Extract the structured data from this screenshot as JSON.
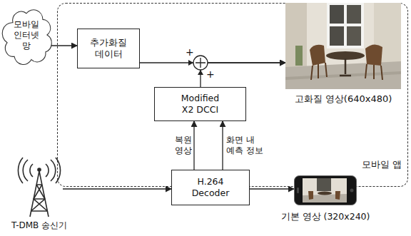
{
  "diagram": {
    "nodes": [
      {
        "text": [
          "모바일 인터넷 망"
        ]
      },
      {
        "text": [
          "모바일 앱"
        ]
      },
      {
        "text": [
          "추가화질 데이터"
        ],
        "in": 1
      },
      {
        "text": [
          "고화질 영상(640x480)"
        ],
        "in": 1
      },
      {
        "text": [
          "Modified X2 DCCI"
        ],
        "in": 1
      },
      {
        "text": [
          "T-DMB 송신기"
        ]
      },
      {
        "text": [
          "H.264 Decoder"
        ]
      },
      {
        "text": [
          "기본 영상 (320x240)"
        ]
      }
    ],
    "edges": [
      {
        "from": 0,
        "to": 2,
        "arrow": "to"
      },
      {
        "from": 2,
        "to": 3,
        "arrow": "to"
      },
      {
        "from": 4,
        "to": 3,
        "arrow": "to"
      },
      {
        "from": 6,
        "to": 4,
        "label": "복원 영상",
        "arrow": "to"
      },
      {
        "from": 6,
        "to": 4,
        "label": "화면 내 예측 정보",
        "arrow": "to"
      },
      {
        "from": 5,
        "to": 6,
        "arrow": "to"
      },
      {
        "from": 6,
        "to": 7,
        "arrow": "to"
      }
    ],
    "labels": [
      "+",
      "+"
    ]
  }
}
